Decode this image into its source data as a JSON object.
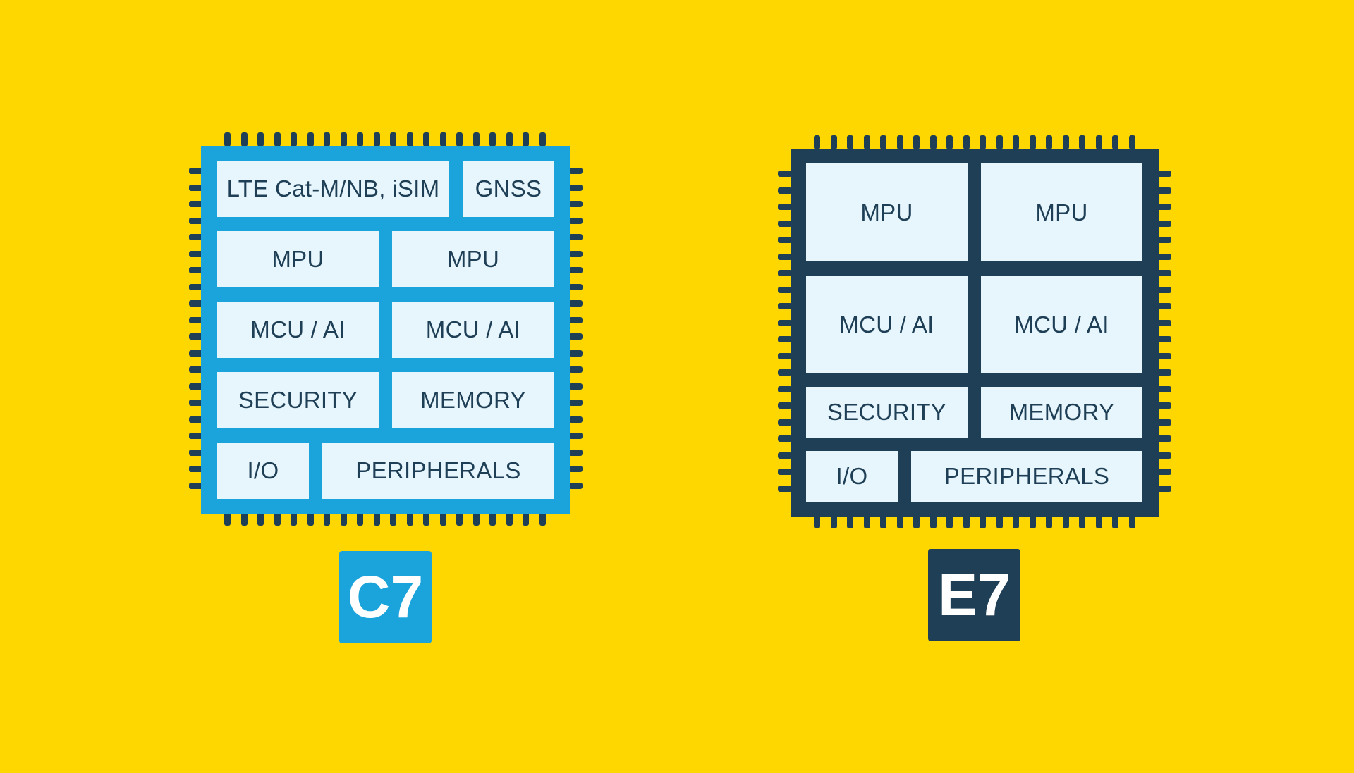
{
  "colors": {
    "background": "#FFD700",
    "c7_accent": "#1BA3DB",
    "e7_accent": "#1F3F56",
    "block_fill": "#E6F6FC",
    "block_text": "#1F3F56"
  },
  "chips": [
    {
      "name": "C7",
      "blocks": [
        "LTE Cat-M/NB, iSIM",
        "GNSS",
        "MPU",
        "MPU",
        "MCU / AI",
        "MCU / AI",
        "SECURITY",
        "MEMORY",
        "I/O",
        "PERIPHERALS"
      ]
    },
    {
      "name": "E7",
      "blocks": [
        "MPU",
        "MPU",
        "MCU / AI",
        "MCU / AI",
        "SECURITY",
        "MEMORY",
        "I/O",
        "PERIPHERALS"
      ]
    }
  ]
}
